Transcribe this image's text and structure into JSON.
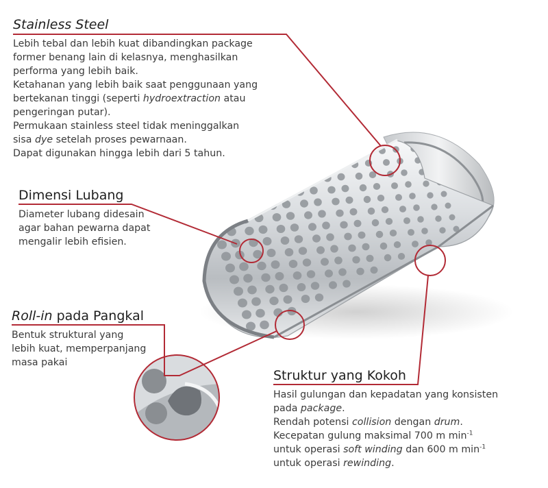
{
  "accent_color": "#b22a35",
  "illustration": "perforated-stainless-steel-cylinder",
  "callouts": {
    "stainless": {
      "title": "Stainless Steel",
      "lines": [
        "Lebih tebal dan lebih kuat dibandingkan package",
        "former benang lain di kelasnya, menghasilkan",
        "performa yang lebih baik.",
        "Ketahanan yang lebih baik saat penggunaan yang",
        [
          "bertekanan tinggi (seperti ",
          "hydroextraction",
          " atau"
        ],
        "pengeringan putar).",
        "Permukaan stainless steel tidak meninggalkan",
        [
          "sisa ",
          "dye",
          " setelah proses pewarnaan."
        ],
        "Dapat digunakan hingga lebih dari 5 tahun."
      ]
    },
    "dimensi": {
      "title": "Dimensi Lubang",
      "lines": [
        "Diameter lubang didesain",
        "agar bahan pewarna dapat",
        "mengalir lebih efisien."
      ]
    },
    "rollin": {
      "title_italic": "Roll-in",
      "title_rest": " pada Pangkal",
      "lines": [
        "Bentuk struktural yang",
        "lebih kuat, memperpanjang",
        "masa pakai"
      ]
    },
    "struktur": {
      "title": "Struktur yang Kokoh",
      "lines": [
        "Hasil gulungan dan kepadatan yang konsisten",
        [
          "pada ",
          "package",
          "."
        ],
        [
          "Rendah potensi ",
          "collision",
          " dengan ",
          "drum",
          "."
        ],
        [
          "Kecepatan gulung maksimal 700 m min",
          "-1",
          ""
        ],
        [
          "untuk operasi ",
          "soft winding",
          " dan 600 m min",
          "-1"
        ],
        [
          "untuk operasi ",
          "rewinding",
          "."
        ]
      ]
    }
  }
}
